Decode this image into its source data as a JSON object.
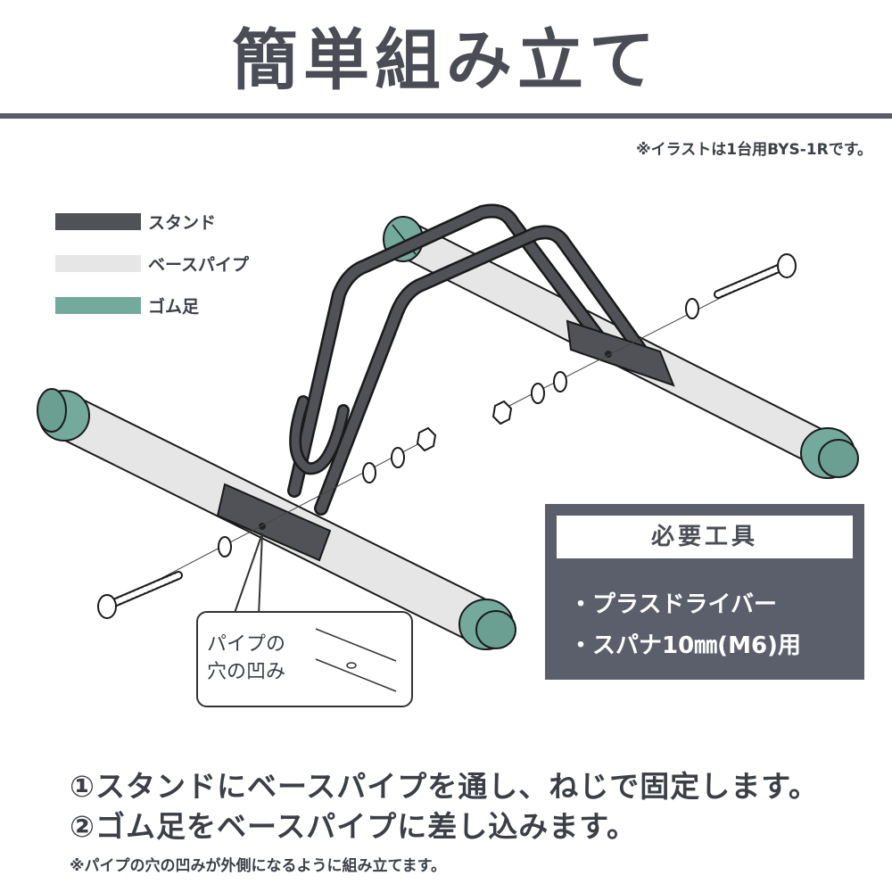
{
  "title": "簡単組み立て",
  "note_top": "※イラストは1台用BYS-1Rです。",
  "legend": [
    {
      "label": "スタンド",
      "color": "#505258"
    },
    {
      "label": "ベースパイプ",
      "color": "#e6e6e6"
    },
    {
      "label": "ゴム足",
      "color": "#73aa9c"
    }
  ],
  "callout": {
    "line1": "パイプの",
    "line2": "穴の凹み"
  },
  "tools": {
    "header": "必要工具",
    "items": [
      "・プラスドライバー",
      "・スパナ10㎜(M6)用"
    ]
  },
  "steps": [
    "①スタンドにベースパイプを通し、ねじで固定します。",
    "②ゴム足をベースパイプに差し込みます。"
  ],
  "note_bottom": "※パイプの穴の凹みが外側になるように組み立てます。",
  "colors": {
    "stand": "#505258",
    "pipe": "#e6e6e6",
    "rubber": "#73aa9c",
    "panel": "#5b5f6b",
    "rule": "#585c66"
  }
}
